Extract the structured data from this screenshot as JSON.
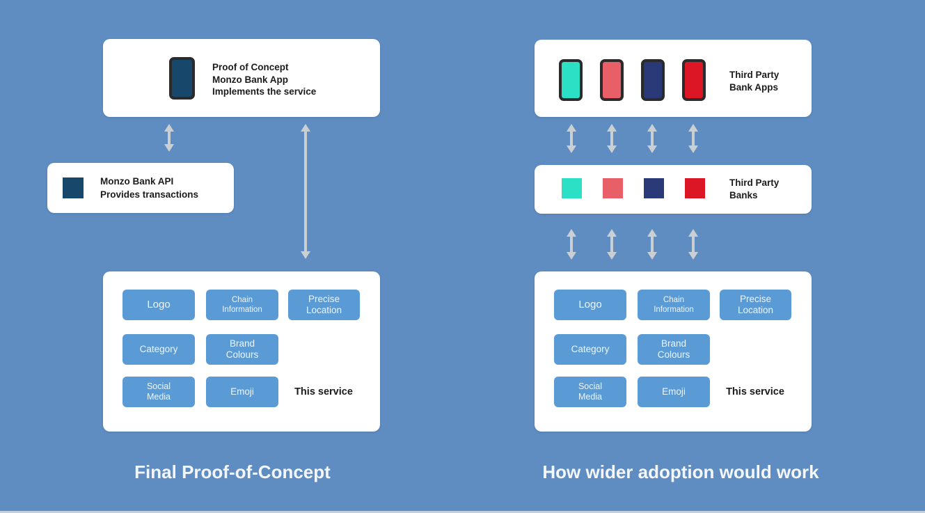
{
  "palette": {
    "background": "#5f8dc2",
    "card_white": "#ffffff",
    "feature_button_blue": "#5b9bd5",
    "monzo_navy": "#17486b",
    "arrow_gray": "#cacfd4",
    "phone_border_dark": "#2b2b2b",
    "title_text": "#f3f7fb"
  },
  "left_column": {
    "title": "Final Proof-of-Concept",
    "app_card": {
      "text": "Proof of Concept\nMonzo Bank App\nImplements the service",
      "phone": {
        "color": "#17486b",
        "style": "background:#17486b"
      }
    },
    "api_card": {
      "text": "Monzo Bank API\nProvides transactions",
      "swatch": {
        "color": "#17486b",
        "style": "background:#17486b"
      }
    }
  },
  "right_column": {
    "title": "How wider adoption would work",
    "apps_card": {
      "label": "Third Party\nBank Apps"
    },
    "banks_card": {
      "label": "Third Party\nBanks"
    },
    "banks": [
      {
        "color": "#2be0c4",
        "style": "background:#2be0c4"
      },
      {
        "color": "#e85f68",
        "style": "background:#e85f68"
      },
      {
        "color": "#2a3a78",
        "style": "background:#2a3a78"
      },
      {
        "color": "#dd1626",
        "style": "background:#dd1626"
      }
    ]
  },
  "service_card": {
    "buttons": {
      "logo": "Logo",
      "chain_information": "Chain\nInformation",
      "precise_location": "Precise\nLocation",
      "category": "Category",
      "brand_colours": "Brand\nColours",
      "social_media": "Social\nMedia",
      "emoji": "Emoji"
    },
    "label": "This service"
  }
}
